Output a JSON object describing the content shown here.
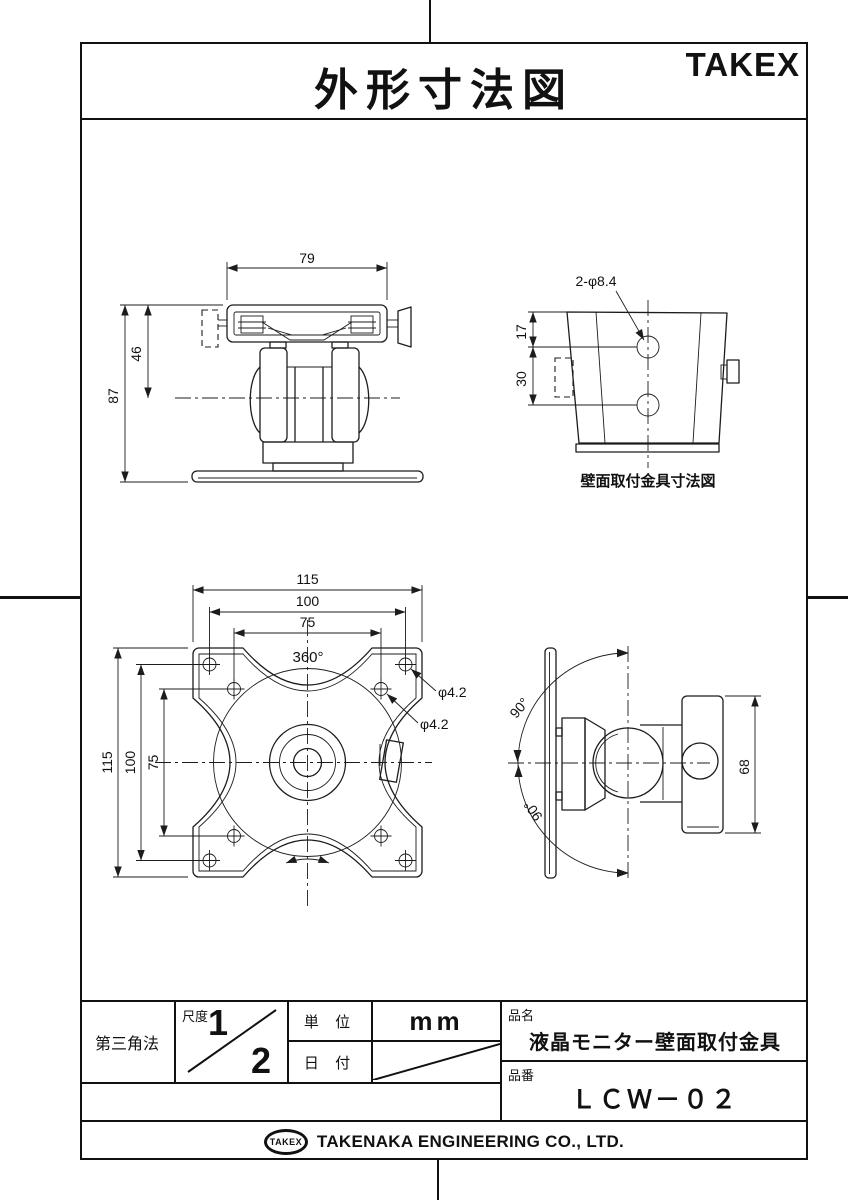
{
  "header": {
    "title": "外形寸法図",
    "brand": "TAKEX"
  },
  "views": {
    "front": {
      "dim_width": "79",
      "dim_center_height": "46",
      "dim_total_height": "87"
    },
    "wall_bracket": {
      "note_holes": "2-φ8.4",
      "dim_top_to_hole": "17",
      "dim_hole_pitch": "30",
      "caption": "壁面取付金具寸法図"
    },
    "vesa_plate": {
      "dim_width_115": "115",
      "dim_width_100": "100",
      "dim_width_75": "75",
      "dim_height_115": "115",
      "dim_height_100": "100",
      "dim_height_75": "75",
      "note_rotation": "360°",
      "note_hole_a": "φ4.2",
      "note_hole_b": "φ4.2"
    },
    "side": {
      "note_tilt_upper": "90°",
      "note_tilt_lower": "90°",
      "dim_depth": "68"
    }
  },
  "title_block": {
    "projection": "第三角法",
    "scale_label": "尺度",
    "scale_numerator": "1",
    "scale_denominator": "2",
    "unit_label": "単 位",
    "unit_value": "mm",
    "date_label": "日 付",
    "product_name_label": "品名",
    "product_name": "液晶モニター壁面取付金具",
    "product_number_label": "品番",
    "product_number": "ＬＣＷ－０２"
  },
  "footer": {
    "logo_text": "TAKEX",
    "company_name": "TAKENAKA ENGINEERING CO., LTD."
  }
}
